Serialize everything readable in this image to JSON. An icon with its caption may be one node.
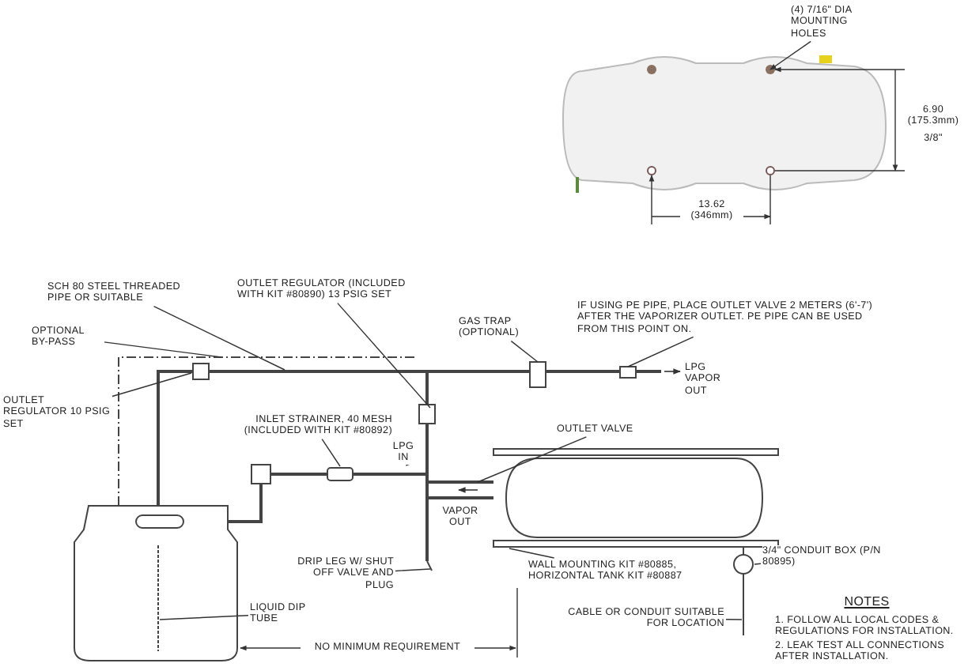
{
  "diagram": {
    "nodes": [
      {
        "text": [
          "(4) 7/16\" DIA MOUNTING HOLES"
        ]
      },
      {
        "text": [
          "SCH 80 STEEL THREADED PIPE OR SUITABLE"
        ]
      },
      {
        "text": [
          "OPTIONAL BY-PASS"
        ]
      },
      {
        "text": [
          "OUTLET REGULATOR 10 PSIG SET"
        ]
      },
      {
        "text": [
          "OUTLET REGULATOR (INCLUDED WITH KIT #80890) 13 PSIG SET"
        ]
      },
      {
        "text": [
          "GAS TRAP (OPTIONAL)"
        ]
      },
      {
        "text": [
          "IF USING PE PIPE, PLACE OUTLET VALVE 2 METERS (6'-7') AFTER THE VAPORIZER OUTLET. PE PIPE CAN BE USED FROM THIS POINT ON."
        ]
      },
      {
        "text": [
          "INLET STRAINER, 40 MESH (INCLUDED WITH KIT #80892)"
        ]
      },
      {
        "text": [
          "OUTLET VALVE"
        ]
      },
      {
        "text": [
          "DRIP LEG W/ SHUT OFF VALVE AND PLUG"
        ]
      },
      {
        "text": [
          "WALL MOUNTING KIT #80885, HORIZONTAL TANK KIT #80887"
        ]
      },
      {
        "text": [
          "3/4\" CONDUIT BOX (P/N 80895)"
        ]
      },
      {
        "text": [
          "CABLE OR CONDUIT SUITABLE FOR LOCATION"
        ]
      },
      {
        "text": [
          "LIQUID DIP TUBE"
        ]
      }
    ],
    "edges": [
      {
        "from": 0,
        "to": null,
        "arrow": "to"
      },
      {
        "from": 1,
        "to": null,
        "arrow": "none"
      },
      {
        "from": 2,
        "to": null,
        "arrow": "none"
      },
      {
        "from": 3,
        "to": null,
        "arrow": "none"
      },
      {
        "from": 4,
        "to": null,
        "arrow": "none"
      },
      {
        "from": 5,
        "to": null,
        "arrow": "none"
      },
      {
        "from": 6,
        "to": null,
        "arrow": "none"
      },
      {
        "from": 7,
        "to": null,
        "arrow": "none"
      },
      {
        "from": 8,
        "to": null,
        "arrow": "none"
      },
      {
        "from": 9,
        "to": null,
        "arrow": "none"
      },
      {
        "from": 10,
        "to": null,
        "arrow": "none"
      },
      {
        "from": 11,
        "to": null,
        "arrow": "none"
      },
      {
        "from": 12,
        "to": null,
        "arrow": "none"
      },
      {
        "from": 13,
        "to": null,
        "arrow": "none"
      }
    ],
    "labels": [
      "6.90 (175.3mm)",
      "3/8\"",
      "13.62 (346mm)",
      "LPG VAPOR OUT",
      "LPG IN",
      "VAPOR OUT",
      "NO MINIMUM REQUIREMENT",
      "NOTES",
      "1. FOLLOW ALL LOCAL CODES & REGULATIONS FOR INSTALLATION.",
      "2. LEAK TEST ALL CONNECTIONS AFTER INSTALLATION."
    ]
  }
}
